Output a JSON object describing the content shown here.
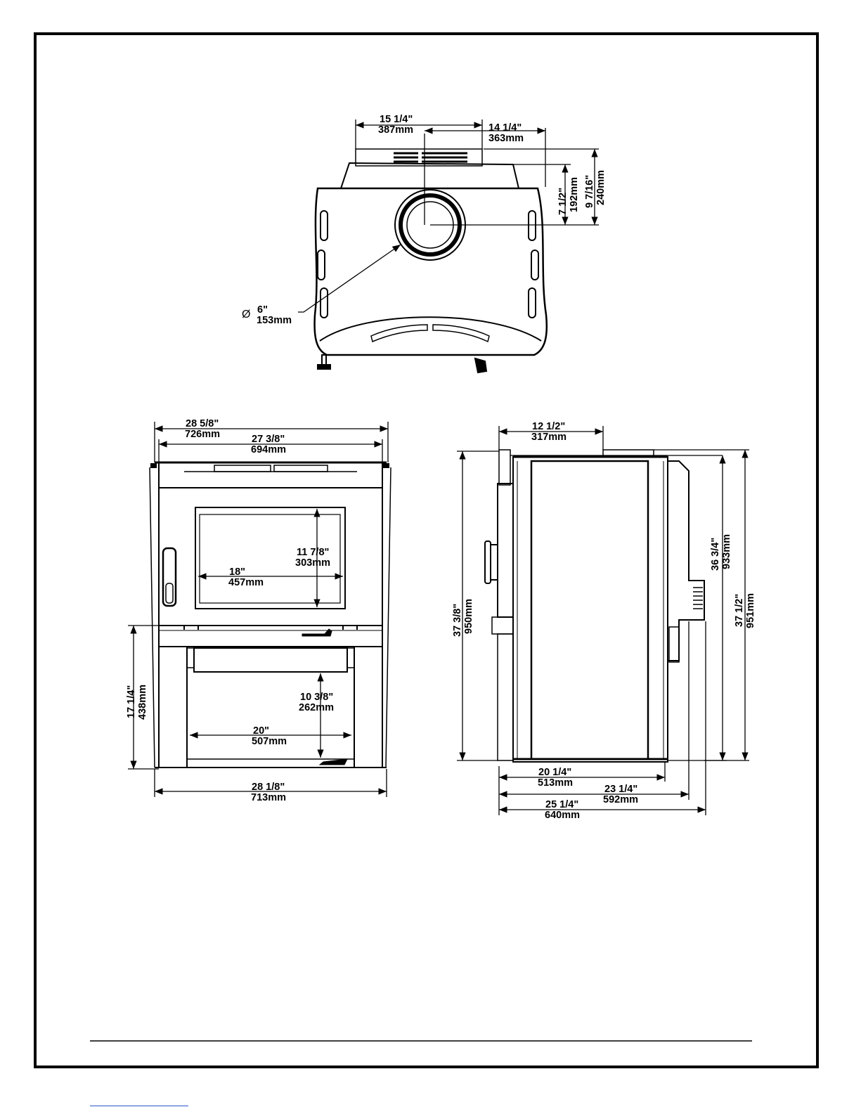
{
  "colors": {
    "ink": "#000000",
    "paper": "#ffffff",
    "link": "#2a55c9"
  },
  "top_view": {
    "width_in": "15 1/4\"",
    "width_mm": "387mm",
    "offset_in": "14 1/4\"",
    "offset_mm": "363mm",
    "depth1_in": "7 1/2\"",
    "depth1_mm": "192mm",
    "depth2_in": "9 7/16\"",
    "depth2_mm": "240mm",
    "flue_symbol": "Ø",
    "flue_in": "6\"",
    "flue_mm": "153mm"
  },
  "front_view": {
    "overall_top_in": "28 5/8\"",
    "overall_top_mm": "726mm",
    "top_plate_in": "27 3/8\"",
    "top_plate_mm": "694mm",
    "glass_h_in": "11 7/8\"",
    "glass_h_mm": "303mm",
    "glass_w_in": "18\"",
    "glass_w_mm": "457mm",
    "leg_h_in": "17 1/4\"",
    "leg_h_mm": "438mm",
    "ash_h_in": "10 3/8\"",
    "ash_h_mm": "262mm",
    "ash_w_in": "20\"",
    "ash_w_mm": "507mm",
    "base_w_in": "28 1/8\"",
    "base_w_mm": "713mm"
  },
  "side_view": {
    "top_in": "12 1/2\"",
    "top_mm": "317mm",
    "height_in": "37 3/8\"",
    "height_mm": "950mm",
    "inner_h_in": "36 3/4\"",
    "inner_h_mm": "933mm",
    "outer_h_in": "37 1/2\"",
    "outer_h_mm": "951mm",
    "body_d_in": "20 1/4\"",
    "body_d_mm": "513mm",
    "mid_d_in": "23 1/4\"",
    "mid_d_mm": "592mm",
    "full_d_in": "25 1/4\"",
    "full_d_mm": "640mm"
  }
}
